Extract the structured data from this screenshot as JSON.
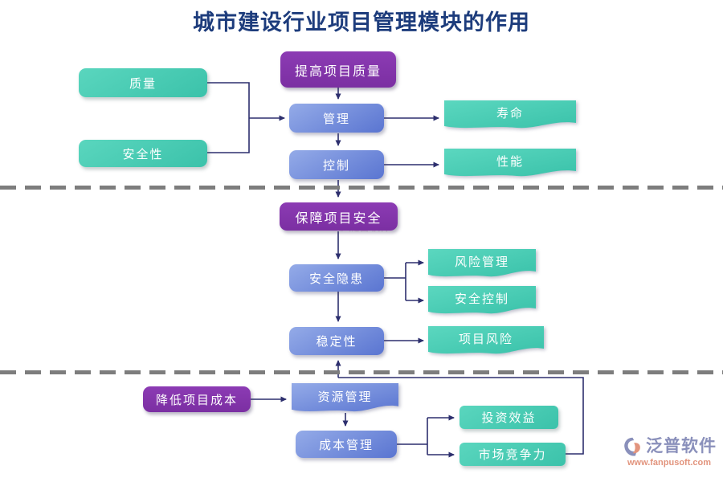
{
  "title": "城市建设行业项目管理模块的作用",
  "nodes": {
    "improve_quality": "提高项目质量",
    "quality": "质量",
    "safety": "安全性",
    "management": "管理",
    "control": "控制",
    "lifespan": "寿命",
    "performance": "性能",
    "ensure_safety": "保障项目安全",
    "hidden_danger": "安全隐患",
    "risk_management": "风险管理",
    "safety_control": "安全控制",
    "stability": "稳定性",
    "project_risk": "项目风险",
    "reduce_cost": "降低项目成本",
    "resource_management": "资源管理",
    "cost_management": "成本管理",
    "investment_benefit": "投资效益",
    "market_competitiveness": "市场竞争力"
  },
  "brand": {
    "name": "泛普软件",
    "url": "www.fanpusoft.com"
  },
  "colors": {
    "purple": "#7b2fa2",
    "purple_light": "#8c3bb4",
    "blue_light": "#94abe8",
    "blue_dark": "#5a75d1",
    "teal_light": "#5ad6be",
    "teal_dark": "#3bc2aa",
    "line": "#2d2f6e",
    "divider": "#7d7d7d",
    "title_color": "#1d3c7c",
    "brand_text": "#8a90bb",
    "brand_url": "#e2947d",
    "node_text": "#ffffff"
  }
}
